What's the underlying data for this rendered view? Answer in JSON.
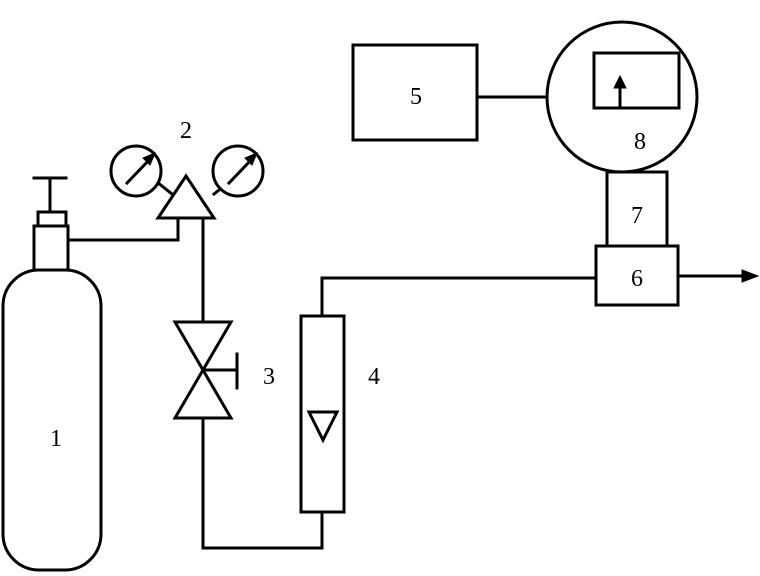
{
  "diagram": {
    "labels": {
      "cylinder": "1",
      "regulator": "2",
      "valve": "3",
      "flowmeter": "4",
      "box5": "5",
      "box6": "6",
      "box7": "7",
      "circle8": "8"
    }
  }
}
